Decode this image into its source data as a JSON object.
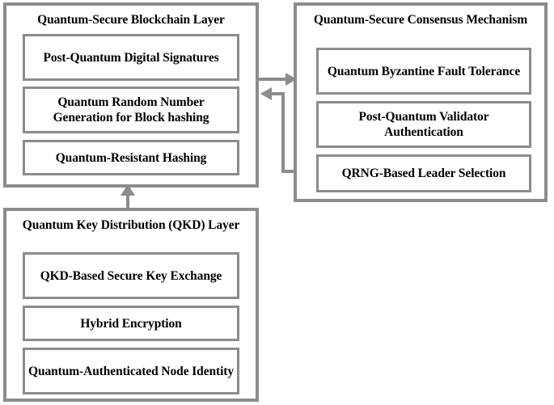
{
  "diagram": {
    "type": "block-architecture",
    "orientation": "three-block layered architecture with bidirectional and upward flows",
    "accent_color": "#8c8c8c",
    "background_color": "#ffffff",
    "text_color": "#000000",
    "blocks": [
      {
        "id": "blockchain-layer",
        "title": "Quantum-Secure Blockchain Layer",
        "items": [
          {
            "id": "post-quantum-digital-signatures",
            "label": "Post-Quantum Digital Signatures"
          },
          {
            "id": "quantum-random-number-generation",
            "label": "Quantum Random Number Generation for Block hashing"
          },
          {
            "id": "quantum-resistant-hashing",
            "label": "Quantum-Resistant Hashing"
          }
        ]
      },
      {
        "id": "consensus-mechanism",
        "title": "Quantum-Secure Consensus Mechanism",
        "items": [
          {
            "id": "quantum-byzantine-fault-tolerance",
            "label": "Quantum Byzantine Fault Tolerance"
          },
          {
            "id": "post-quantum-validator-authentication",
            "label": "Post-Quantum Validator Authentication"
          },
          {
            "id": "qrng-based-leader-selection",
            "label": "QRNG-Based Leader Selection"
          }
        ]
      },
      {
        "id": "qkd-layer",
        "title": "Quantum Key Distribution (QKD) Layer",
        "items": [
          {
            "id": "qkd-based-secure-key-exchange",
            "label": "QKD-Based Secure Key Exchange"
          },
          {
            "id": "hybrid-encryption",
            "label": "Hybrid Encryption"
          },
          {
            "id": "quantum-authenticated-node-identity",
            "label": "Quantum-Authenticated Node Identity"
          }
        ]
      }
    ],
    "connectors": [
      {
        "id": "blockchain-to-consensus",
        "from": "blockchain-layer",
        "to": "consensus-mechanism",
        "direction": "right"
      },
      {
        "id": "qrng-to-blockchain",
        "from": "qrng-based-leader-selection",
        "to": "blockchain-layer",
        "direction": "left"
      },
      {
        "id": "qkd-to-blockchain",
        "from": "qkd-layer",
        "to": "blockchain-layer",
        "direction": "up"
      }
    ]
  }
}
